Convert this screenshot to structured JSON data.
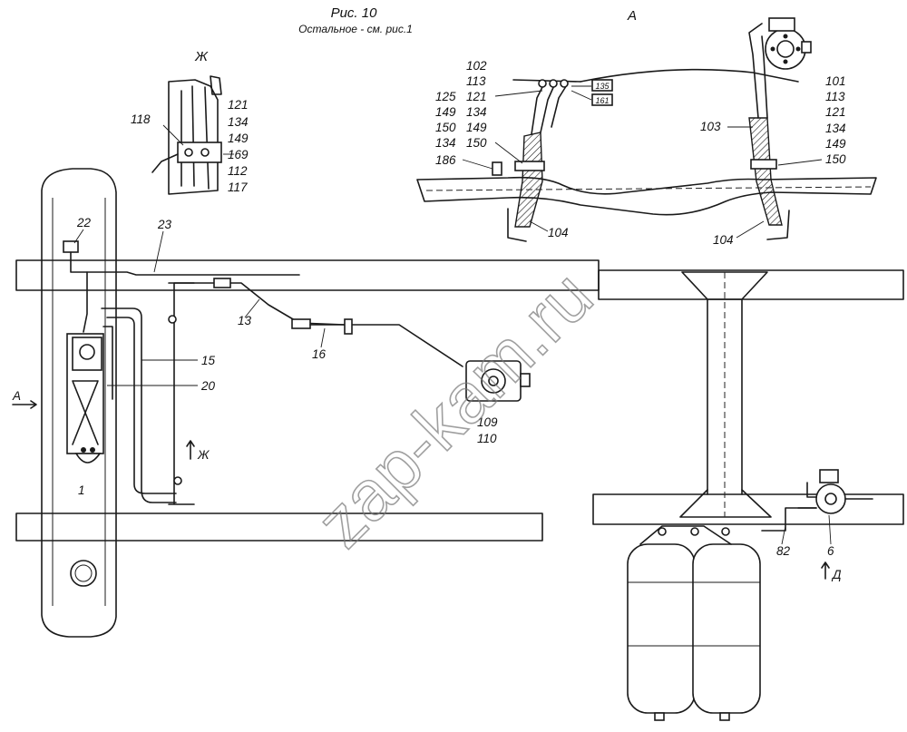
{
  "title": "Рис. 10",
  "subtitle": "Остальное - см. рис.1",
  "watermark": "zap-kam.ru",
  "views": {
    "A": "А",
    "Zh": "Ж",
    "D": "Д"
  },
  "view_zh_labels": [
    "121",
    "134",
    "149",
    "169",
    "112",
    "117"
  ],
  "view_zh_left": "118",
  "view_a_left_labels": [
    "102",
    "113",
    "121",
    "134",
    "149",
    "150",
    "134",
    "186"
  ],
  "view_a_left_col2": [
    "125",
    "149",
    "150"
  ],
  "view_a_boxes": [
    "135",
    "161"
  ],
  "view_a_right_labels": [
    "101",
    "113",
    "121",
    "134",
    "149",
    "150"
  ],
  "view_a_right_103": "103",
  "view_a_104": "104",
  "main_labels": {
    "p22": "22",
    "p23": "23",
    "p13": "13",
    "p16": "16",
    "p15": "15",
    "p20": "20",
    "p109": "109",
    "p110": "110",
    "p1": "1",
    "p82": "82",
    "p6": "6"
  },
  "arrow_a": "А",
  "arrow_zh": "Ж",
  "arrow_d": "Д"
}
